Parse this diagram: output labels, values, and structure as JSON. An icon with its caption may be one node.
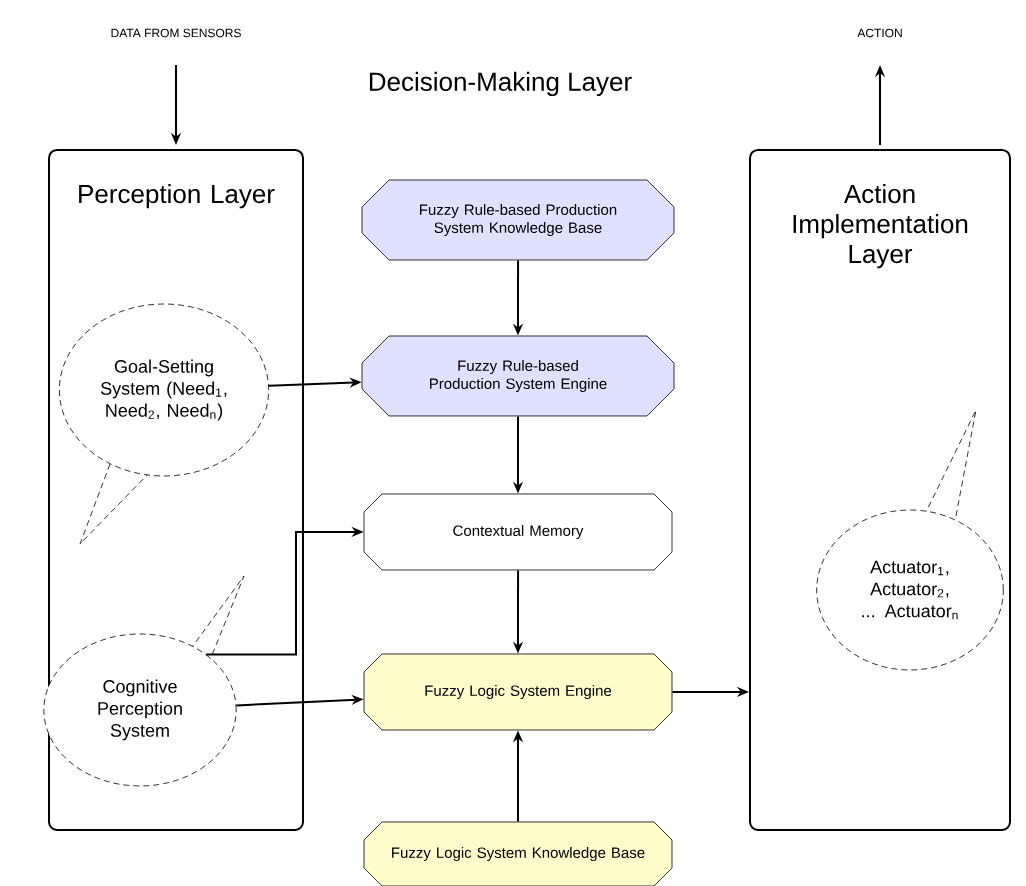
{
  "diagram": {
    "title": "Decision-Making Layer",
    "nodes": [
      {
        "text": [
          "Perception Layer"
        ]
      },
      {
        "text": [
          "Goal-Setting System (Need$_{1}$, Need$_{2}$, Need$_{n}$)"
        ],
        "in": 0
      },
      {
        "text": [
          "Cognitive Perception System"
        ],
        "in": 0
      },
      {
        "text": [
          "Action Implementation Layer"
        ]
      },
      {
        "text": [
          "Actuator$_{1}$, Actuator$_{2}$, ... Actuator$_{n}$"
        ],
        "in": 3
      },
      {
        "text": [
          "Fuzzy Rule-based Production System Knowledge Base"
        ]
      },
      {
        "text": [
          "Fuzzy Rule-based Production System Engine"
        ]
      },
      {
        "text": [
          "Contextual Memory"
        ]
      },
      {
        "text": [
          "Fuzzy Logic System Engine"
        ]
      },
      {
        "text": [
          "Fuzzy Logic System Knowledge Base"
        ]
      }
    ],
    "edges": [
      {
        "from": null,
        "to": 0,
        "arrow": "to",
        "label": "DATA FROM SENSORS"
      },
      {
        "from": 3,
        "to": null,
        "arrow": "to",
        "label": "ACTION"
      },
      {
        "from": 5,
        "to": 6,
        "arrow": "to"
      },
      {
        "from": 1,
        "to": 6,
        "arrow": "to"
      },
      {
        "from": 6,
        "to": 7,
        "arrow": "to"
      },
      {
        "from": 2,
        "to": 7,
        "arrow": "to"
      },
      {
        "from": 7,
        "to": 8,
        "arrow": "to"
      },
      {
        "from": 2,
        "to": 8,
        "arrow": "to"
      },
      {
        "from": 9,
        "to": 8,
        "arrow": "to"
      },
      {
        "from": 8,
        "to": 3,
        "arrow": "to"
      }
    ]
  }
}
